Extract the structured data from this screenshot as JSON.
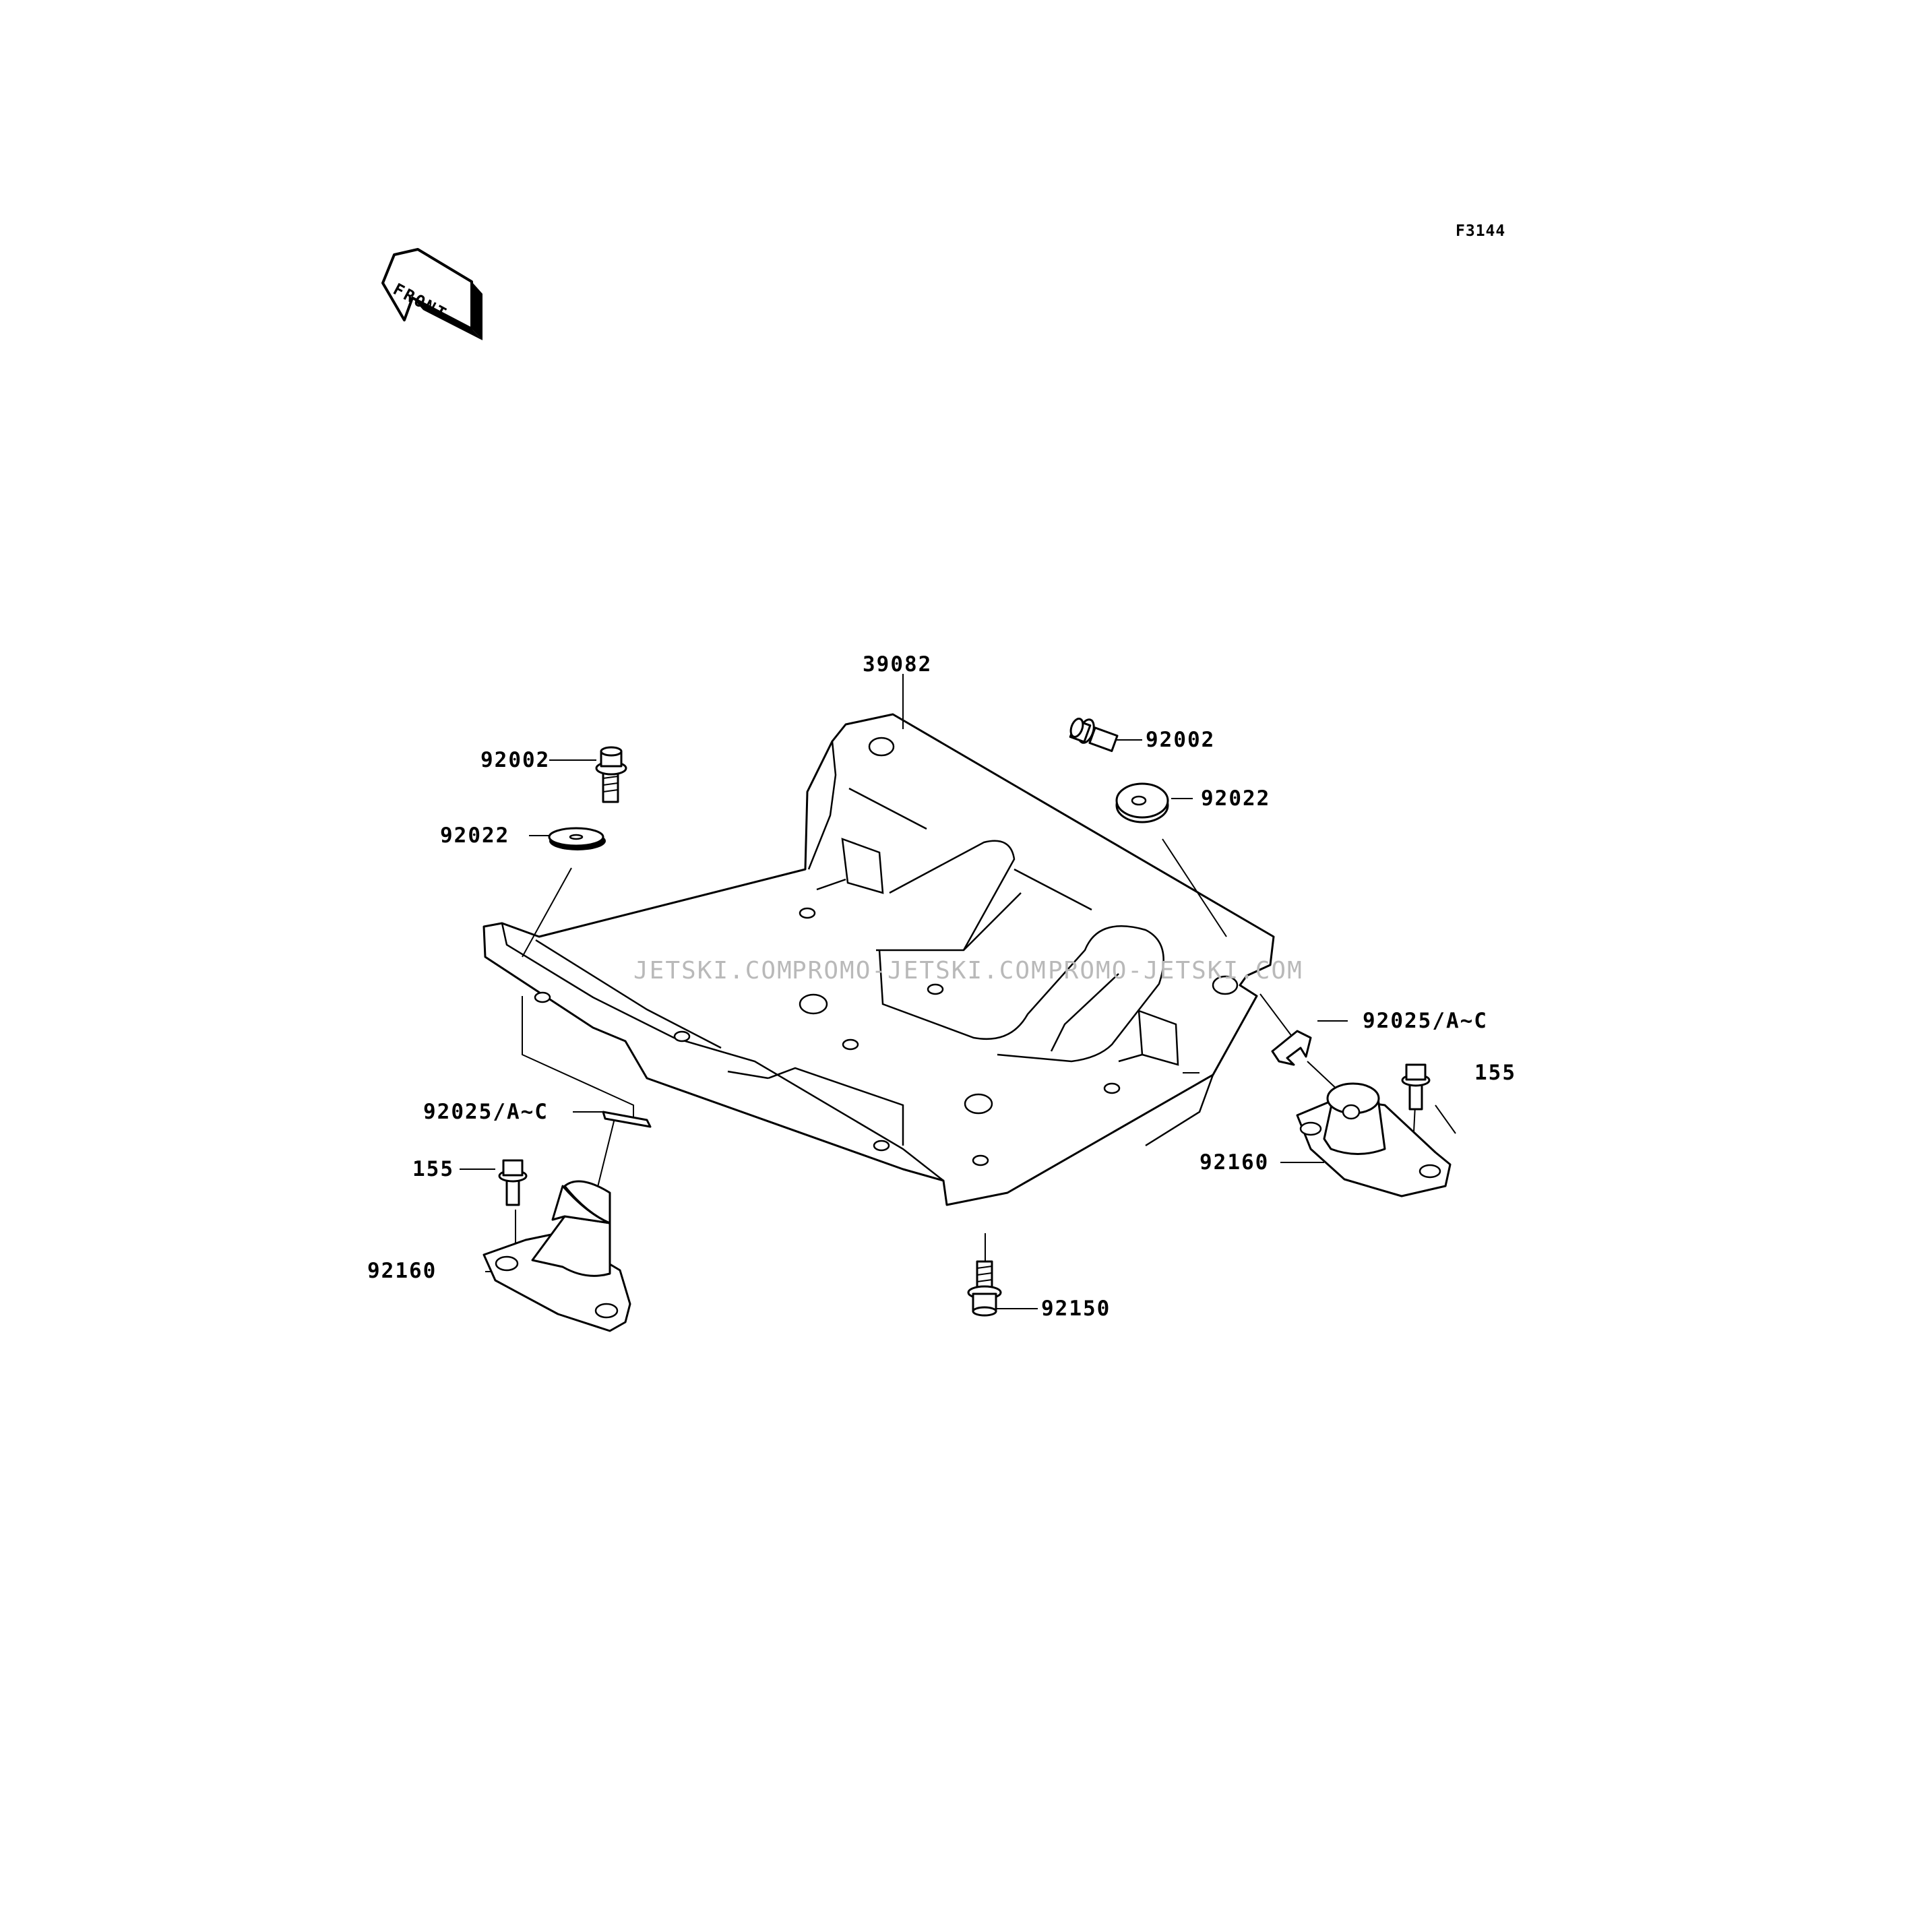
{
  "figure_number": "F3144",
  "front_arrow_text": "FRONT",
  "watermarks": [
    "JETSKI.COM",
    "PROMO-JETSKI.COM",
    "PROMO-JETSKI.COM"
  ],
  "callouts": {
    "bed_plate": "39082",
    "bolt_left": "92002",
    "bolt_right": "92002",
    "washer_left": "92022",
    "washer_right": "92022",
    "shim_left": "92025/A~C",
    "shim_right": "92025/A~C",
    "screw_left": "155",
    "screw_right": "155",
    "mount_left": "92160",
    "mount_right": "92160",
    "bolt_bottom": "92150"
  }
}
